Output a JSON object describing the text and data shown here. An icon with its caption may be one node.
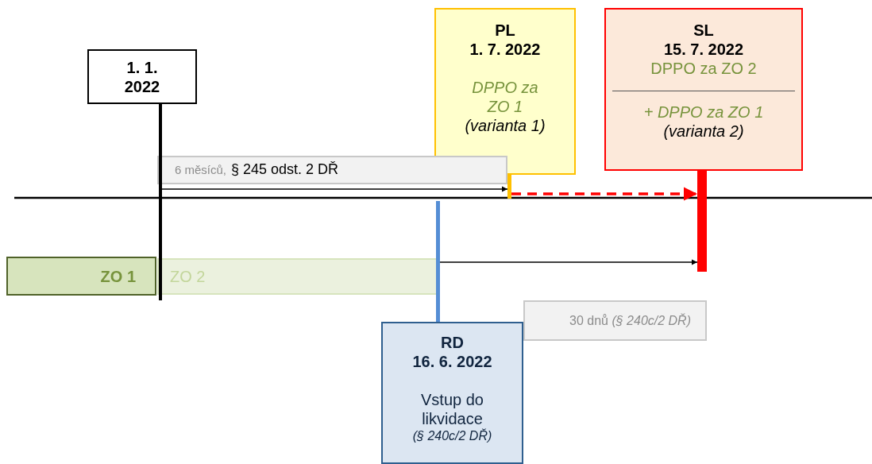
{
  "diagram": {
    "nodes": [
      {
        "text": [
          "1. 1. 2022"
        ]
      },
      {
        "text": [
          "PL",
          "1. 7. 2022",
          "DPPO za ZO 1",
          "(varianta 1)"
        ]
      },
      {
        "text": [
          "SL",
          "15. 7. 2022",
          "DPPO za ZO 2",
          "+ DPPO za ZO 1",
          "(varianta 2)"
        ]
      },
      {
        "text": [
          "6 měsíců,",
          "§ 245 odst. 2 DŘ"
        ]
      },
      {
        "text": [
          "ZO 1"
        ]
      },
      {
        "text": [
          "ZO 2"
        ]
      },
      {
        "text": [
          "30 dnů *(§ 240c/2 DŘ)*"
        ]
      },
      {
        "text": [
          "RD",
          "16. 6. 2022",
          "Vstup do likvidace",
          "(§ 240c/2 DŘ)"
        ]
      },
      {
        "text": [],
        "shape": "bar"
      },
      {
        "text": [],
        "shape": "bar"
      },
      {
        "text": [],
        "shape": "bar"
      },
      {
        "text": [],
        "shape": "bar"
      }
    ],
    "edges": [
      {
        "from": 8,
        "to": 9,
        "arrow": "to"
      },
      {
        "from": 9,
        "to": 10,
        "arrow": "to",
        "style": "dashed",
        "color": "#ff0000"
      },
      {
        "from": 11,
        "to": 10,
        "arrow": "to"
      }
    ]
  }
}
